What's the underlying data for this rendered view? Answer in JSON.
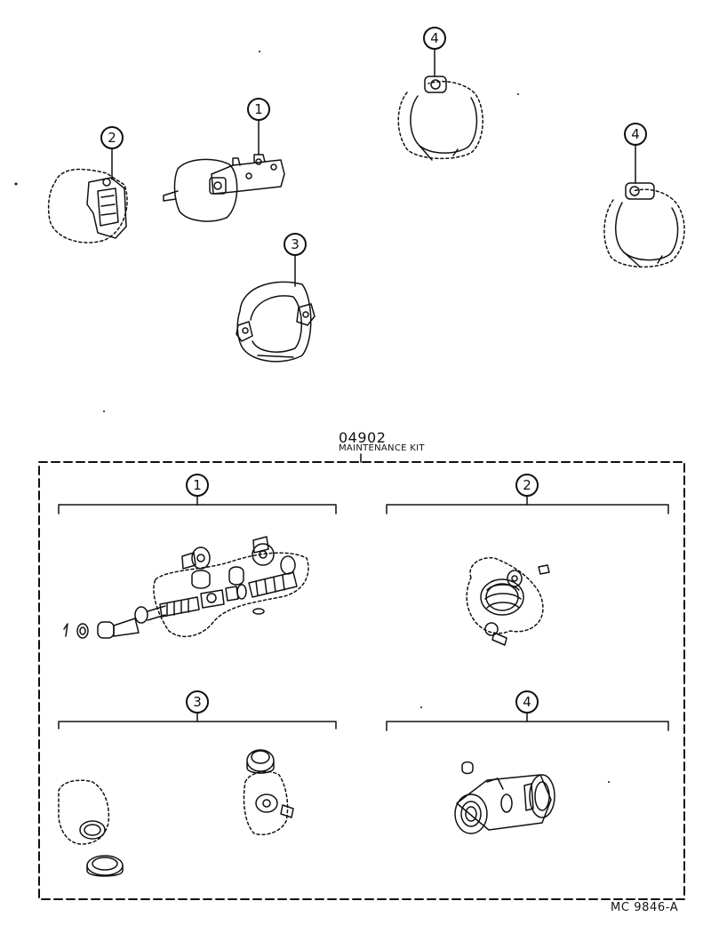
{
  "kit": {
    "number": "04902",
    "name": "MAINTENANCE KIT"
  },
  "reference_code": "MC 9846-A",
  "callouts": {
    "top_master_cylinder": "1",
    "top_caliper": "2",
    "top_shoe_center": "3",
    "top_shoe_upper": "4",
    "top_shoe_right": "4",
    "kit_group_1": "1",
    "kit_group_2": "2",
    "kit_group_3": "3",
    "kit_group_4": "4"
  },
  "colors": {
    "ink": "#111111",
    "paper": "#ffffff"
  }
}
